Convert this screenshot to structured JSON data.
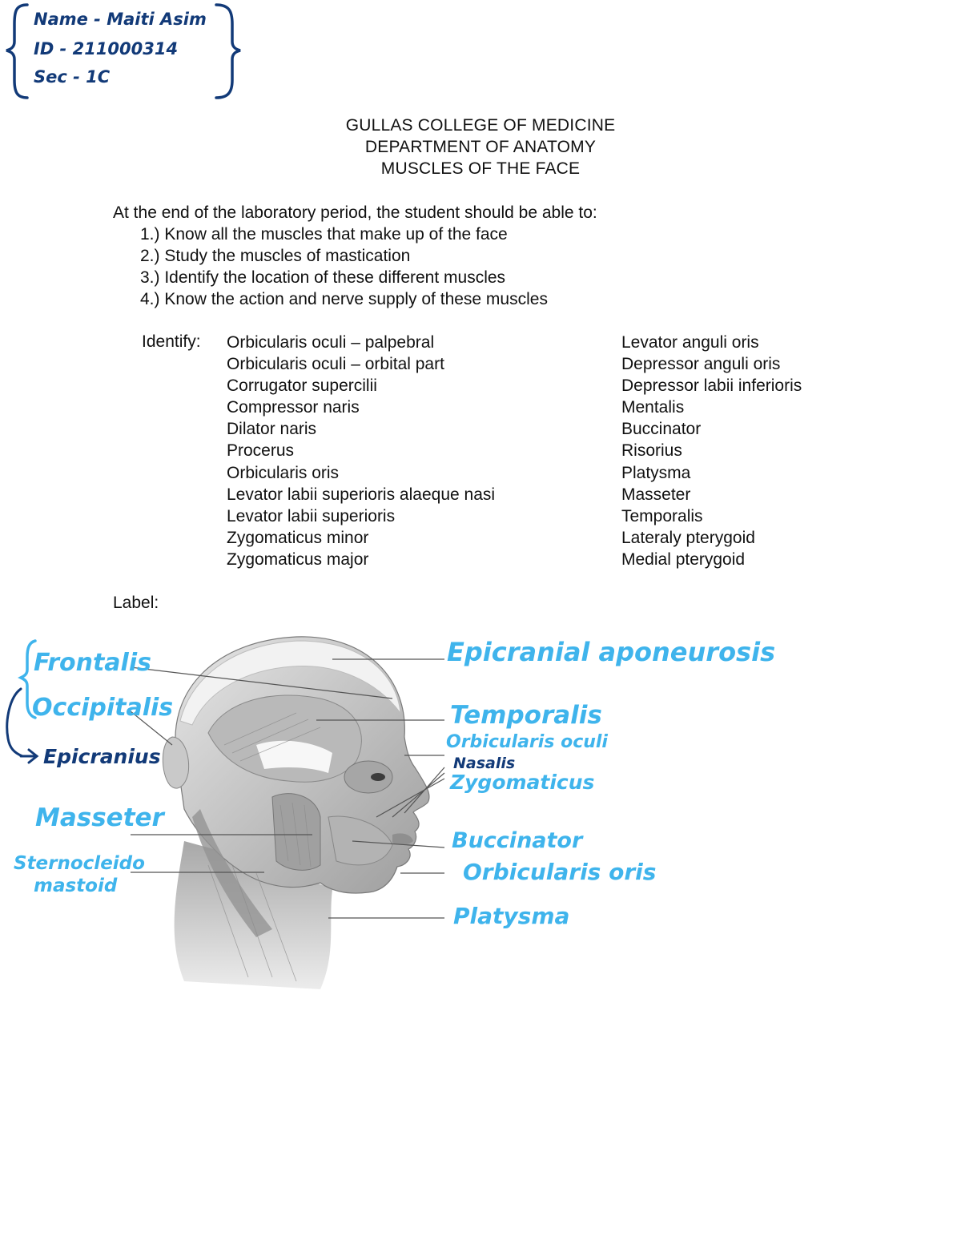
{
  "student": {
    "name_line": "Name - Maiti Asim",
    "id_line": "ID  -  211000314",
    "sec_line": "Sec -   1C"
  },
  "header": {
    "line1": "GULLAS COLLEGE OF MEDICINE",
    "line2": "DEPARTMENT OF ANATOMY",
    "line3": "MUSCLES OF THE FACE"
  },
  "intro": "At the end of the laboratory period, the student should be able to:",
  "objectives": [
    "1.) Know all the muscles that make up of the face",
    "2.) Study the muscles of mastication",
    "3.) Identify the location of these different muscles",
    "4.) Know the action and nerve supply of these muscles"
  ],
  "identify": {
    "label": "Identify:",
    "column1": [
      "Orbicularis oculi – palpebral",
      "Orbicularis oculi – orbital part",
      "Corrugator supercilii",
      "Compressor naris",
      "Dilator naris",
      "Procerus",
      "Orbicularis oris",
      "Levator labii superioris alaeque nasi",
      "Levator labii superioris",
      "Zygomaticus minor",
      "Zygomaticus major"
    ],
    "column2": [
      "Levator anguli oris",
      "Depressor anguli oris",
      "Depressor labii inferioris",
      "Mentalis",
      "Buccinator",
      "Risorius",
      "Platysma",
      "Masseter",
      "Temporalis",
      "Lateraly pterygoid",
      "Medial pterygoid"
    ]
  },
  "label_heading": "Label:",
  "handwritten_labels": {
    "frontalis": "Frontalis",
    "occipitalis": "Occipitalis",
    "epicranius": "Epicranius",
    "masseter": "Masseter",
    "sternocleido_1": "Sternocleido",
    "sternocleido_2": "mastoid",
    "epicranial_aponeurosis": "Epicranial aponeurosis",
    "temporalis": "Temporalis",
    "orbicularis_oculi": "Orbicularis oculi",
    "nasalis": "Nasalis",
    "zygomaticus": "Zygomaticus",
    "buccinator": "Buccinator",
    "orbicularis_oris": "Orbicularis oris",
    "platysma": "Platysma"
  },
  "colors": {
    "ink_navy": "#123a78",
    "ink_sky": "#3fb4ec",
    "text": "#111111",
    "leader_line": "#555555"
  }
}
